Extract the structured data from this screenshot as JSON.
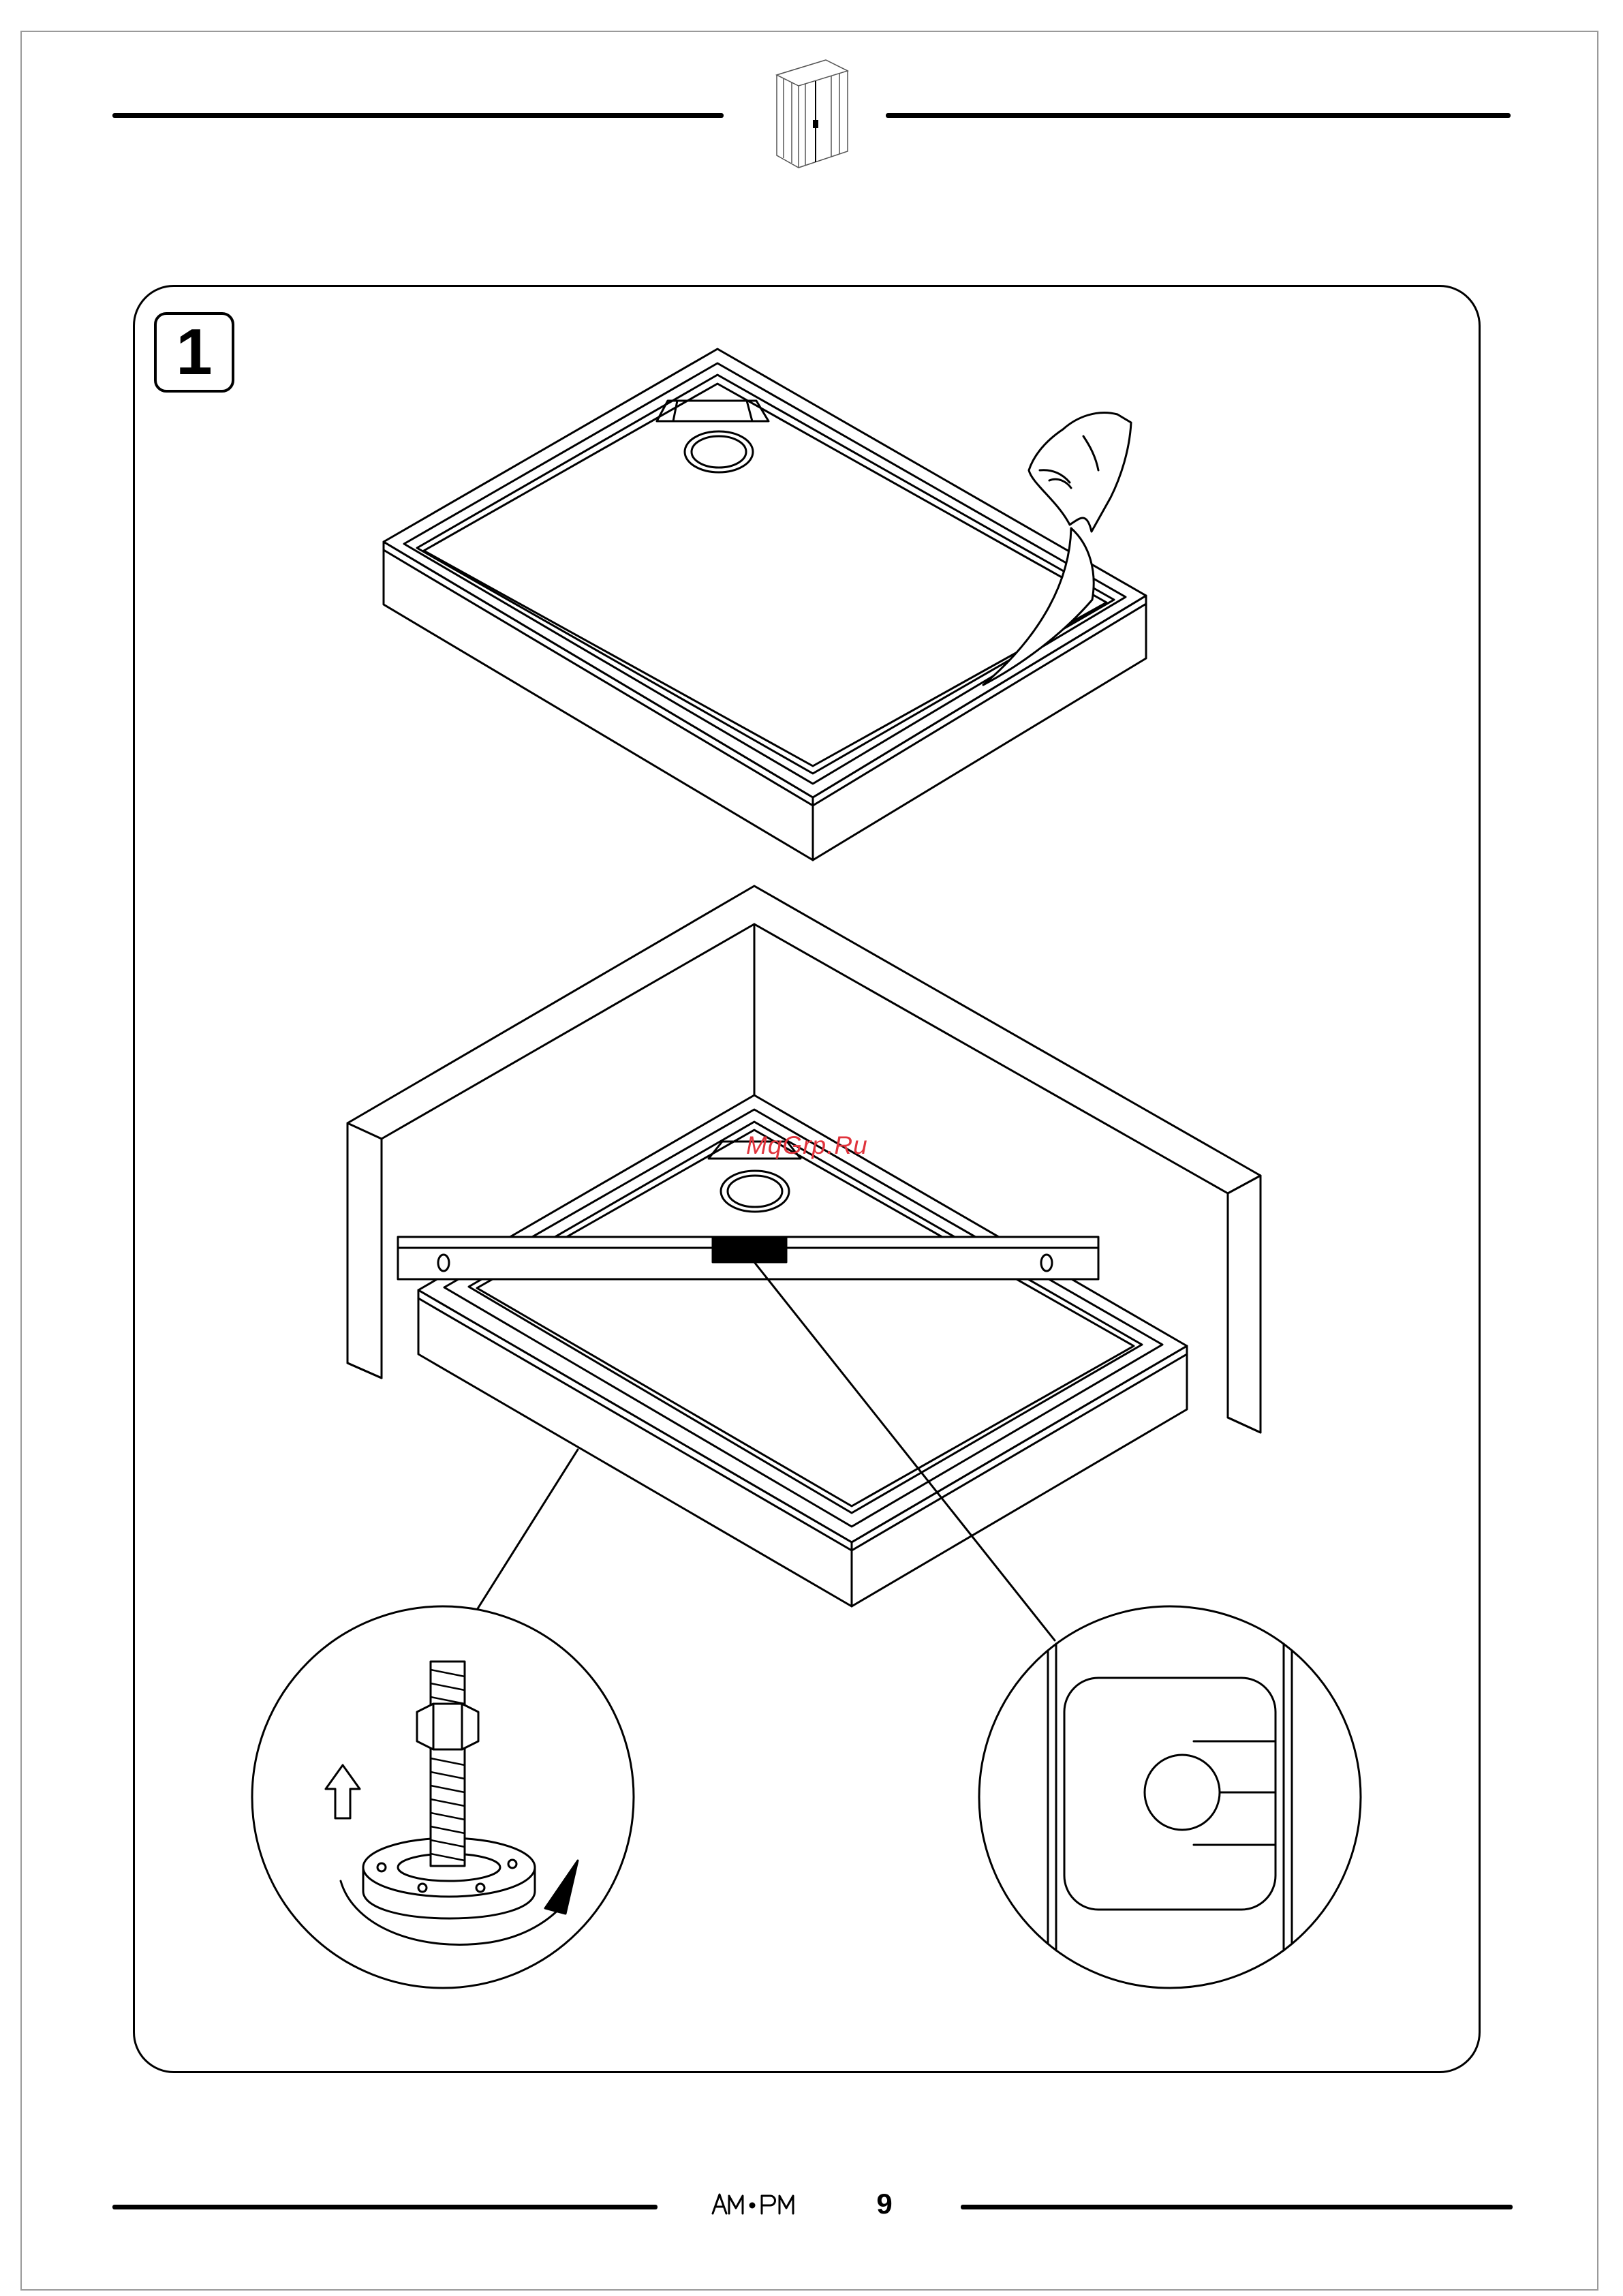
{
  "header": {
    "logo_icon": "shower-enclosure-icon"
  },
  "step": {
    "number": "1"
  },
  "watermark": {
    "text": "MqGrp.Ru",
    "color": "#e0333c"
  },
  "illustrations": {
    "top": "shower-tray-protective-film-removal",
    "middle": "shower-tray-in-corner-with-spirit-level",
    "detail_left": "adjustable-foot-detail",
    "detail_right": "spirit-level-bubble-detail"
  },
  "footer": {
    "brand_logo": "am-pm-logo",
    "page_number": "9"
  }
}
